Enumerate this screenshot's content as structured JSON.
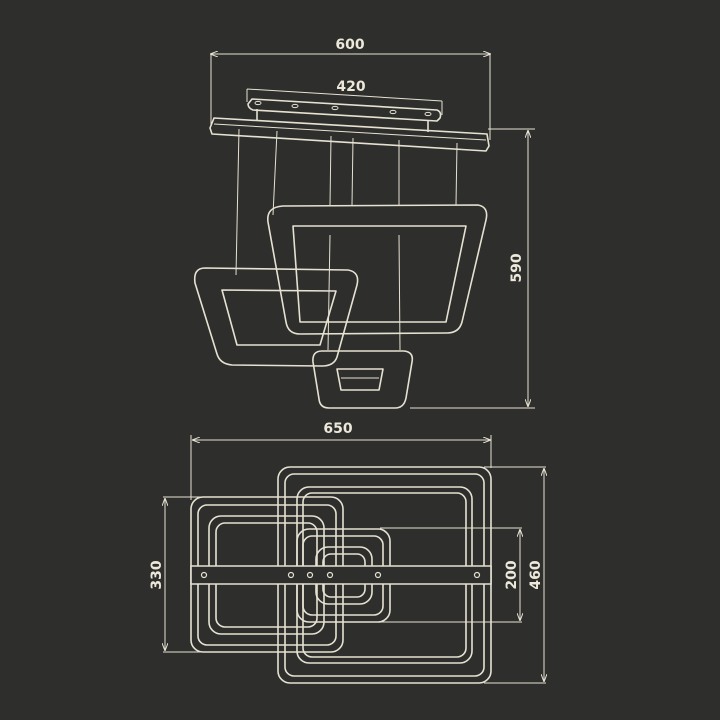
{
  "drawing": {
    "side_view": {
      "dimensions": {
        "overall_width": "600",
        "canopy_width": "420",
        "height": "590"
      }
    },
    "top_view": {
      "dimensions": {
        "overall_width": "650",
        "left_ring": "330",
        "small_ring": "200",
        "large_ring": "460"
      }
    },
    "colors": {
      "background": "#2e2e2c",
      "line": "#e6e2d2"
    }
  }
}
